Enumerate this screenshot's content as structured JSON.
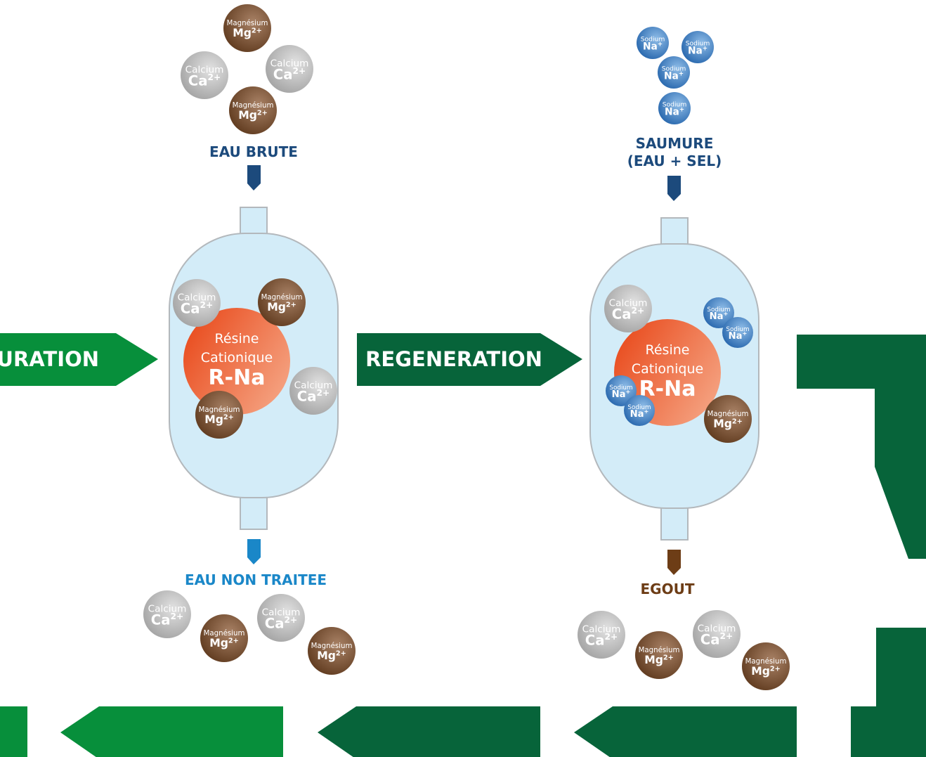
{
  "colors": {
    "green_light": "#078f3b",
    "green_dark": "#07643a",
    "tank_fill": "#d3ecf8",
    "tank_stroke": "#b3b8bc",
    "resin_dark": "#ea5527",
    "resin_light": "#f4a17f",
    "navy": "#1c4a7c",
    "blue_out": "#1a87c8",
    "brown": "#6d3d16",
    "ion_gray": "#b6b6b6",
    "ion_brown": "#7e5536",
    "ion_blue": "#3e7fc4"
  },
  "ions": {
    "calcium": {
      "name": "Calcium",
      "symbol": "Ca",
      "charge": "2+"
    },
    "magnesium": {
      "name": "Magnésium",
      "symbol": "Mg",
      "charge": "2+"
    },
    "sodium": {
      "name": "Sodium",
      "symbol": "Na",
      "charge": "+"
    }
  },
  "labels": {
    "eau_brute": "EAU BRUTE",
    "saumure_line1": "SAUMURE",
    "saumure_line2": "(EAU + SEL)",
    "eau_non_traitee": "EAU NON TRAITEE",
    "egout": "EGOUT",
    "saturation": "SATURATION",
    "regeneration": "REGENERATION"
  },
  "resin": {
    "line1": "Résine",
    "line2": "Cationique",
    "formula": "R-Na"
  }
}
